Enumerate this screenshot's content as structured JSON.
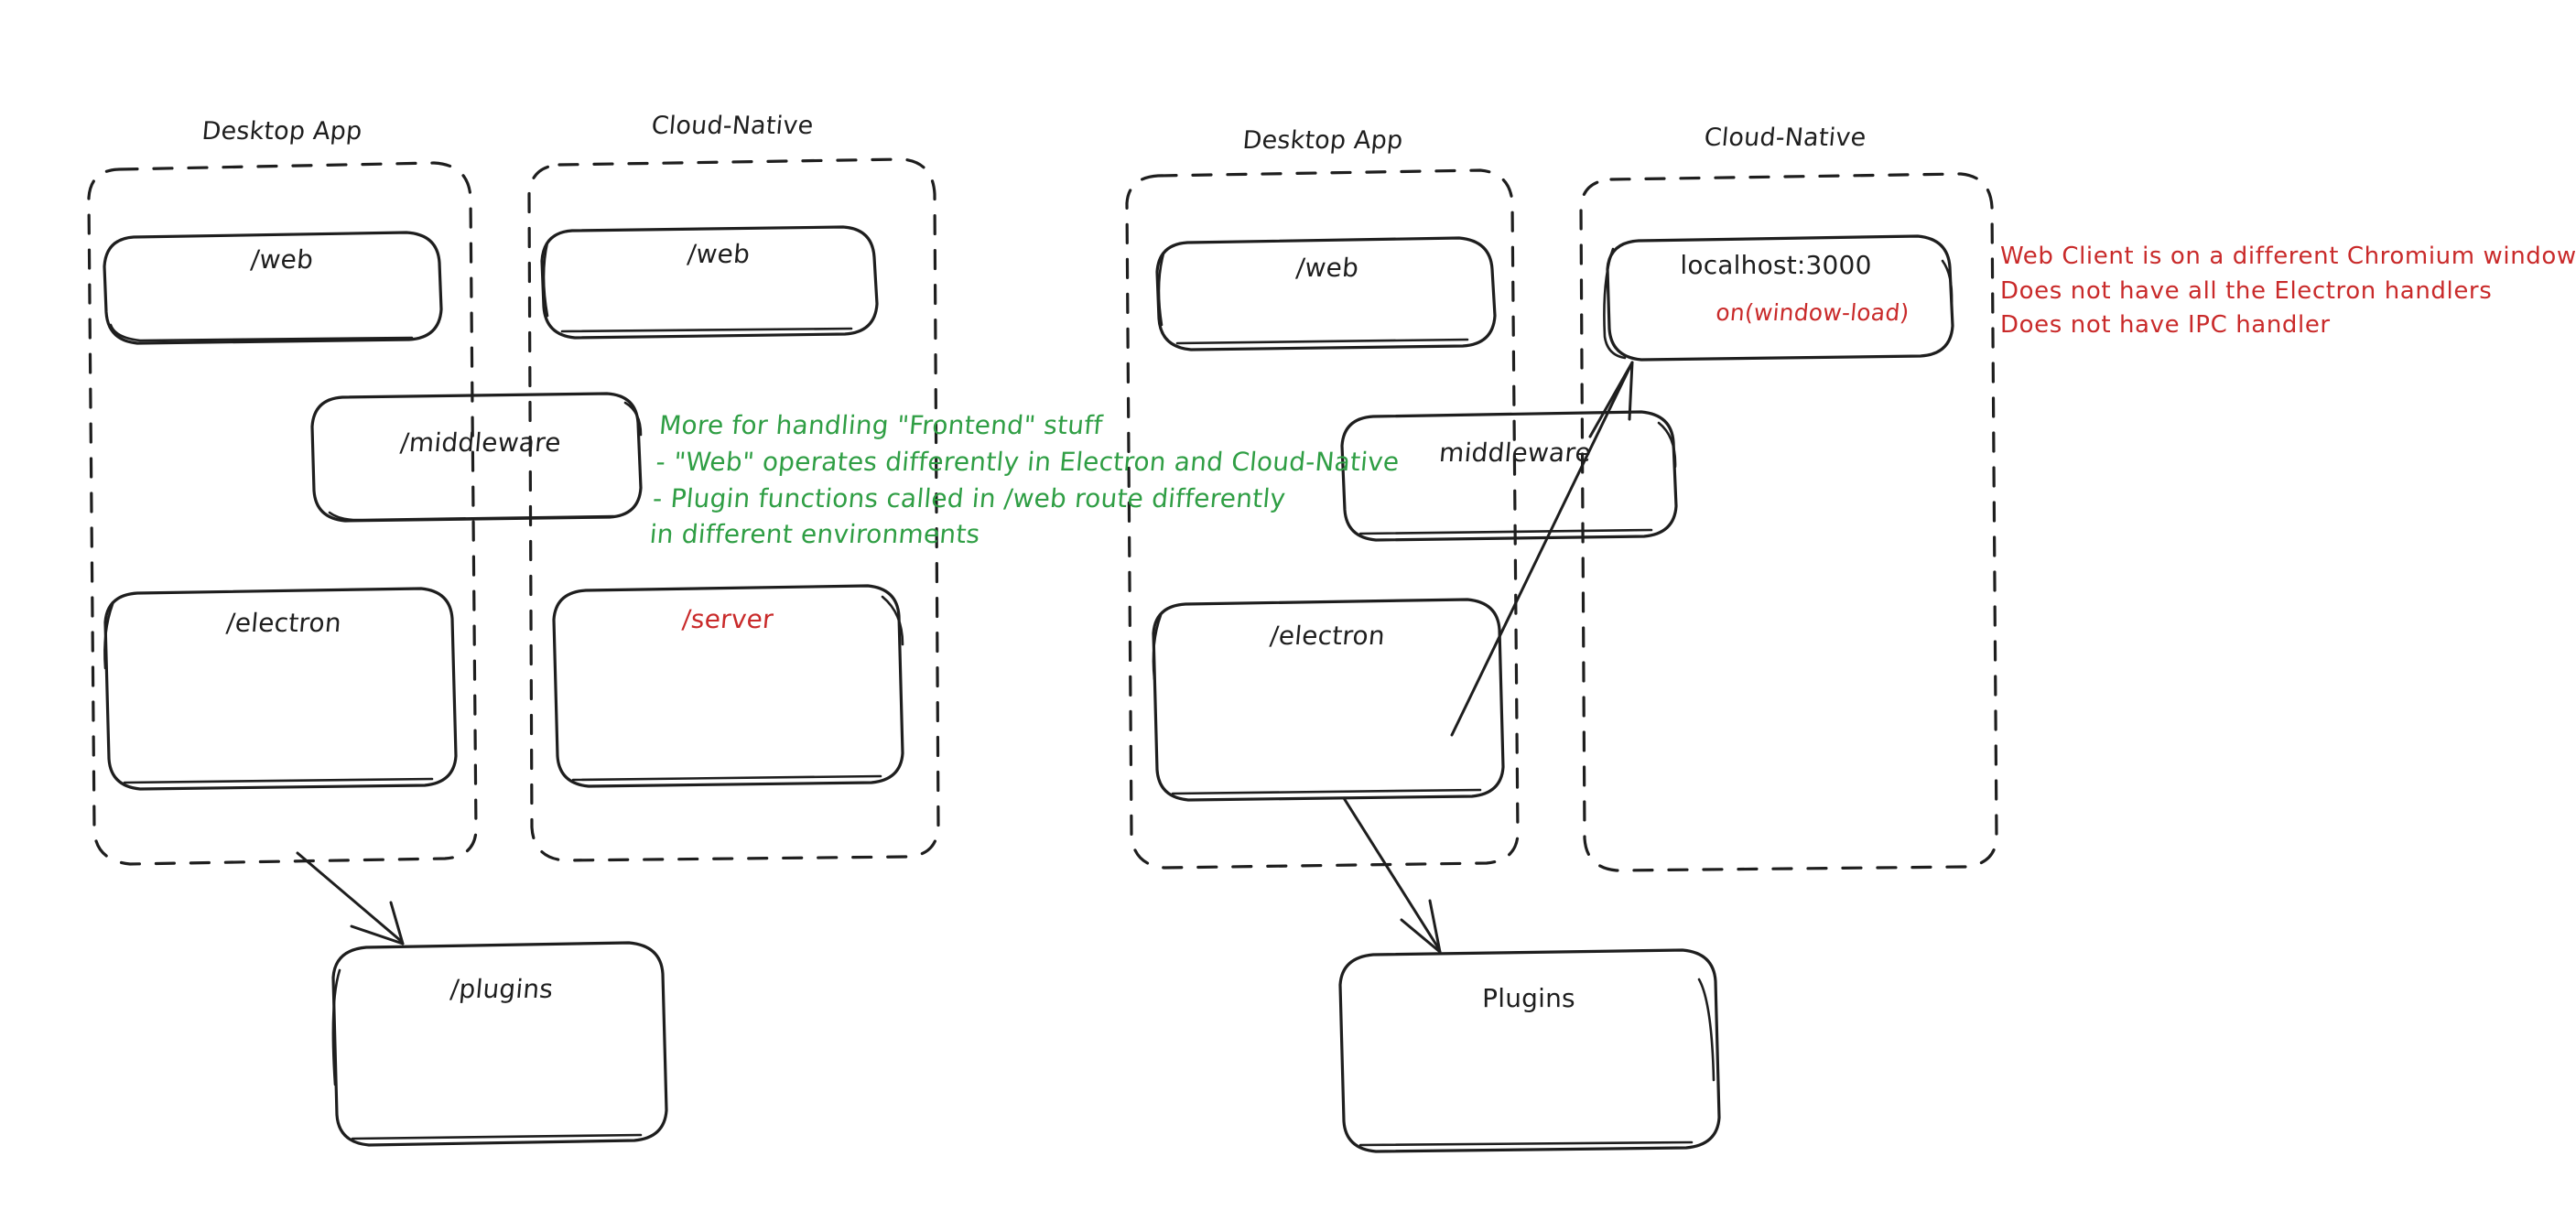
{
  "diagram": {
    "title_hidden": "",
    "background": "#ffffff",
    "colors": {
      "ink": "#1e1e1e",
      "green": "#2f9e44",
      "red": "#c92a2a"
    },
    "panels": [
      {
        "id": "left-desktop",
        "label": "Desktop App"
      },
      {
        "id": "left-cloud",
        "label": "Cloud-Native"
      },
      {
        "id": "right-desktop",
        "label": "Desktop App"
      },
      {
        "id": "right-cloud",
        "label": "Cloud-Native"
      }
    ],
    "boxes": [
      {
        "id": "l-web",
        "label": "/web"
      },
      {
        "id": "l-cloud-web",
        "label": "/web"
      },
      {
        "id": "l-middleware",
        "label": "/middleware"
      },
      {
        "id": "l-electron",
        "label": "/electron"
      },
      {
        "id": "l-server",
        "label": "/server"
      },
      {
        "id": "l-plugins",
        "label": "/plugins"
      },
      {
        "id": "r-web",
        "label": "/web"
      },
      {
        "id": "r-localhost",
        "label": "localhost:3000",
        "sublabel": "on(window-load)"
      },
      {
        "id": "r-middleware",
        "label": "middleware"
      },
      {
        "id": "r-electron",
        "label": "/electron"
      },
      {
        "id": "r-plugins",
        "label": "Plugins"
      }
    ],
    "notes": {
      "green": "More for handling \"Frontend\" stuff\n- \"Web\" operates differently in Electron and Cloud-Native\n- Plugin functions called in /web route differently\nin different environments",
      "red": "Web Client is on a different Chromium window\nDoes not have all the Electron handlers\nDoes not have IPC handler"
    },
    "arrows": [
      {
        "id": "arrow-left-electron-to-plugins",
        "from": "/electron",
        "to": "/plugins"
      },
      {
        "id": "arrow-right-electron-to-localhost",
        "from": "/electron",
        "to": "localhost:3000"
      },
      {
        "id": "arrow-right-electron-to-plugins",
        "from": "/electron",
        "to": "Plugins"
      }
    ]
  }
}
